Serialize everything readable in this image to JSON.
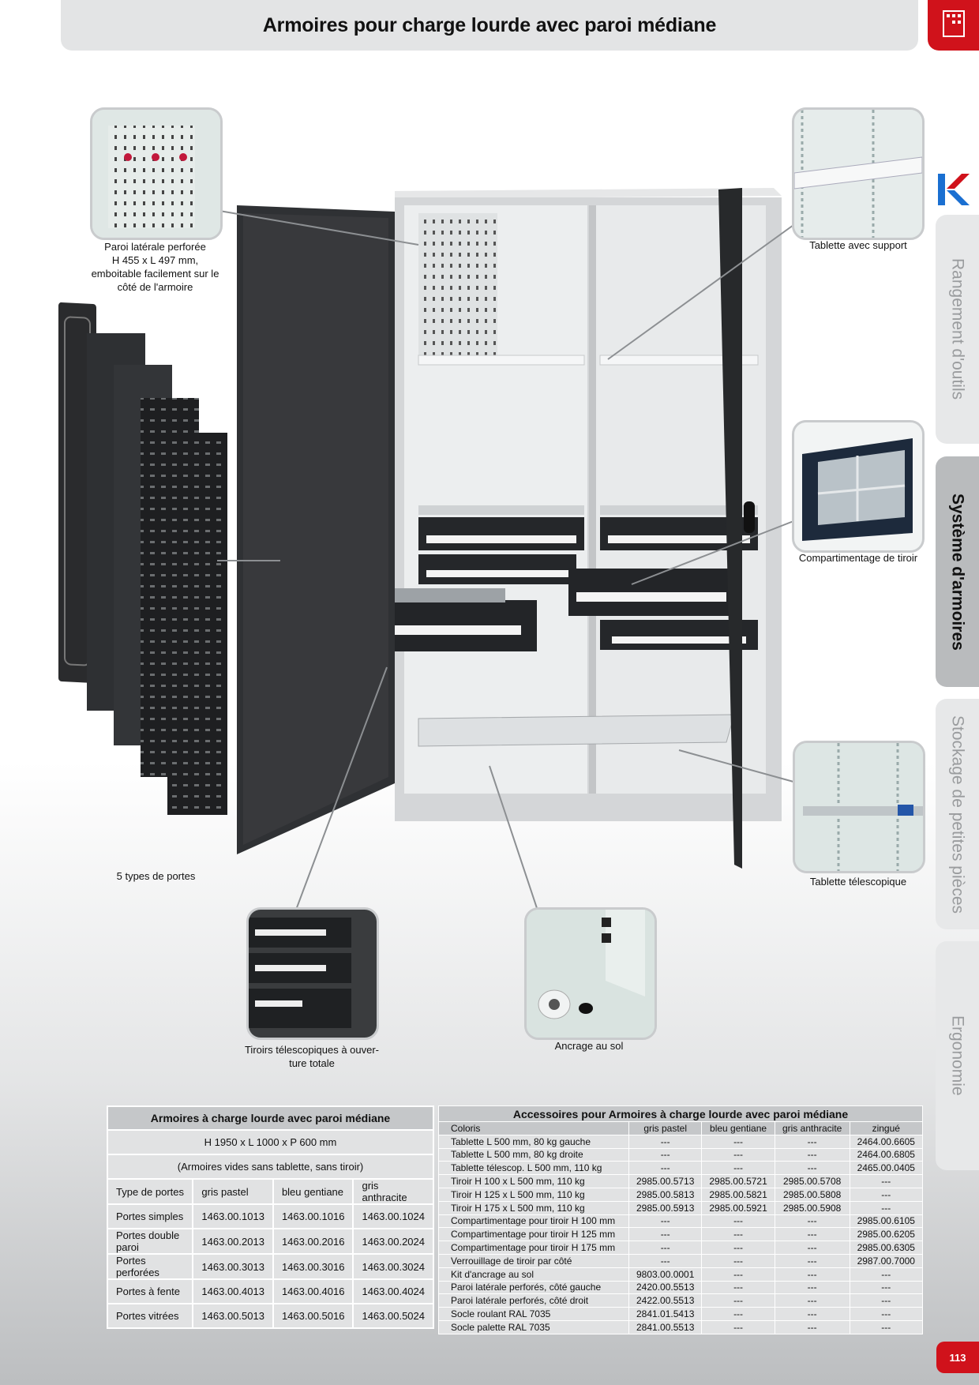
{
  "header": {
    "title": "Armoires pour charge lourde avec paroi médiane"
  },
  "side_tabs": [
    {
      "label": "Rangement d'outils",
      "active": false
    },
    {
      "label": "Système d'armoires",
      "active": true
    },
    {
      "label": "Stockage de petites pièces",
      "active": false
    },
    {
      "label": "Ergonomie",
      "active": false
    }
  ],
  "callouts": {
    "perforated_wall": "Paroi latérale perforée H 455 x L 497 mm, emboitable facilement sur le côté de l'armoire",
    "perforated_wall_lines": [
      "Paroi latérale perforée",
      "H 455 x L 497 mm,",
      "emboitable facilement sur le",
      "côté de l'armoire"
    ],
    "door_types": "5 types de portes",
    "telescopic_drawers_lines": [
      "Tiroirs télescopiques à ouver-",
      "ture totale"
    ],
    "floor_anchor": "Ancrage au sol",
    "shelf_support": "Tablette avec support",
    "drawer_dividers": "Compartimentage de tiroir",
    "telescopic_shelf": "Tablette télescopique"
  },
  "table_cabinets": {
    "title": "Armoires à charge lourde avec paroi médiane",
    "dimensions": "H 1950 x L 1000 x P 600 mm",
    "note": "(Armoires vides sans tablette, sans tiroir)",
    "columns": [
      "Type de portes",
      "gris pastel",
      "bleu gentiane",
      "gris anthracite"
    ],
    "rows": [
      [
        "Portes simples",
        "1463.00.1013",
        "1463.00.1016",
        "1463.00.1024"
      ],
      [
        "Portes double paroi",
        "1463.00.2013",
        "1463.00.2016",
        "1463.00.2024"
      ],
      [
        "Portes perforées",
        "1463.00.3013",
        "1463.00.3016",
        "1463.00.3024"
      ],
      [
        "Portes à fente",
        "1463.00.4013",
        "1463.00.4016",
        "1463.00.4024"
      ],
      [
        "Portes vitrées",
        "1463.00.5013",
        "1463.00.5016",
        "1463.00.5024"
      ]
    ]
  },
  "table_accessories": {
    "title": "Accessoires pour Armoires à charge lourde avec paroi médiane",
    "columns": [
      "Coloris",
      "gris pastel",
      "bleu gentiane",
      "gris anthracite",
      "zingué"
    ],
    "rows": [
      [
        "Tablette L 500 mm, 80 kg gauche",
        "---",
        "---",
        "---",
        "2464.00.6605"
      ],
      [
        "Tablette L 500 mm, 80 kg droite",
        "---",
        "---",
        "---",
        "2464.00.6805"
      ],
      [
        "Tablette télescop.  L 500 mm, 110 kg",
        "---",
        "---",
        "---",
        "2465.00.0405"
      ],
      [
        "Tiroir H 100 x L 500 mm, 110 kg",
        "2985.00.5713",
        "2985.00.5721",
        "2985.00.5708",
        "---"
      ],
      [
        "Tiroir H 125 x L 500 mm, 110 kg",
        "2985.00.5813",
        "2985.00.5821",
        "2985.00.5808",
        "---"
      ],
      [
        "Tiroir H 175 x L 500 mm, 110 kg",
        "2985.00.5913",
        "2985.00.5921",
        "2985.00.5908",
        "---"
      ],
      [
        "Compartimentage pour tiroir H 100 mm",
        "---",
        "---",
        "---",
        "2985.00.6105"
      ],
      [
        "Compartimentage pour tiroir H 125 mm",
        "---",
        "---",
        "---",
        "2985.00.6205"
      ],
      [
        "Compartimentage pour tiroir H 175 mm",
        "---",
        "---",
        "---",
        "2985.00.6305"
      ],
      [
        "Verrouillage de tiroir par côté",
        "---",
        "---",
        "---",
        "2987.00.7000"
      ],
      [
        "Kit d'ancrage au sol",
        "9803.00.0001",
        "---",
        "---",
        "---"
      ],
      [
        "Paroi latérale perforés, côté gauche",
        "2420.00.5513",
        "---",
        "---",
        "---"
      ],
      [
        "Paroi latérale perforés, côté droit",
        "2422.00.5513",
        "---",
        "---",
        "---"
      ],
      [
        "Socle roulant RAL 7035",
        "2841.01.5413",
        "---",
        "---",
        "---"
      ],
      [
        "Socle palette RAL 7035",
        "2841.00.5513",
        "---",
        "---",
        "---"
      ]
    ]
  },
  "footer": {
    "page_number": "113"
  }
}
